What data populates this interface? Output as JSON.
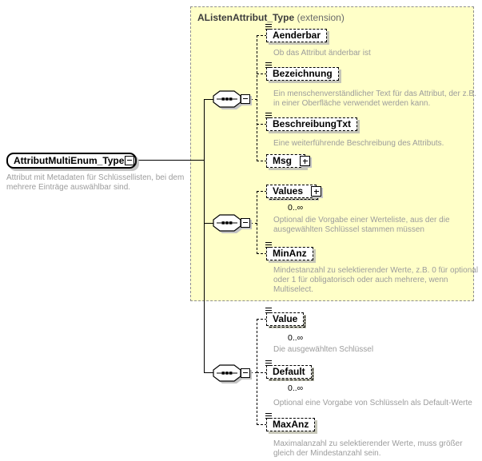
{
  "diagram_title": "AttributMultiEnum_Type schema diagram",
  "colors": {
    "extension_background": "#FFFFC8",
    "line": "#000000",
    "annotation_text": "#9C9C9C",
    "shadow": "#C4C4C4",
    "extension_border": "#8F8F8F"
  },
  "extension": {
    "title": "AListenAttribut_Type",
    "suffix": "(extension)"
  },
  "root_element": {
    "name": "AttributMultiEnum_Type",
    "description": "Attribut mit Metadaten für Schlüssellisten, bei dem mehrere Einträge auswählbar sind.",
    "toggle": "minus"
  },
  "sequence_groups": [
    {
      "icon": "sequence-icon",
      "toggle": "minus"
    },
    {
      "icon": "sequence-icon",
      "toggle": "minus"
    },
    {
      "icon": "sequence-icon",
      "toggle": "minus"
    }
  ],
  "elements": [
    {
      "name": "Aenderbar",
      "optional": true,
      "description": "Ob das Attribut änderbar ist"
    },
    {
      "name": "Bezeichnung",
      "optional": true,
      "description": "Ein menschenverständlicher Text für das Attribut, der z.B. in einer Oberfläche verwendet werden kann."
    },
    {
      "name": "BeschreibungTxt",
      "optional": true,
      "description": "Eine weiterführende Beschreibung des Attributs."
    },
    {
      "name": "Msg",
      "optional": true,
      "expandable": true
    },
    {
      "name": "Values",
      "optional": true,
      "expandable": true,
      "cardinality": "0..∞",
      "description": "Optional die Vorgabe einer Werteliste, aus der die ausgewählten Schlüssel stammen müssen"
    },
    {
      "name": "MinAnz",
      "optional": true,
      "description": "Mindestanzahl zu selektierender Werte, z.B. 0 für optional oder 1 für obligatorisch oder auch mehrere, wenn Multiselect."
    },
    {
      "name": "Value",
      "optional": true,
      "cardinality": "0..∞",
      "description": "Die ausgewählten Schlüssel"
    },
    {
      "name": "Default",
      "optional": true,
      "cardinality": "0..∞",
      "description": "Optional eine Vorgabe von Schlüsseln als Default-Werte"
    },
    {
      "name": "MaxAnz",
      "optional": true,
      "description": "Maximalanzahl zu selektierender Werte, muss größer gleich der Mindestanzahl sein."
    }
  ]
}
